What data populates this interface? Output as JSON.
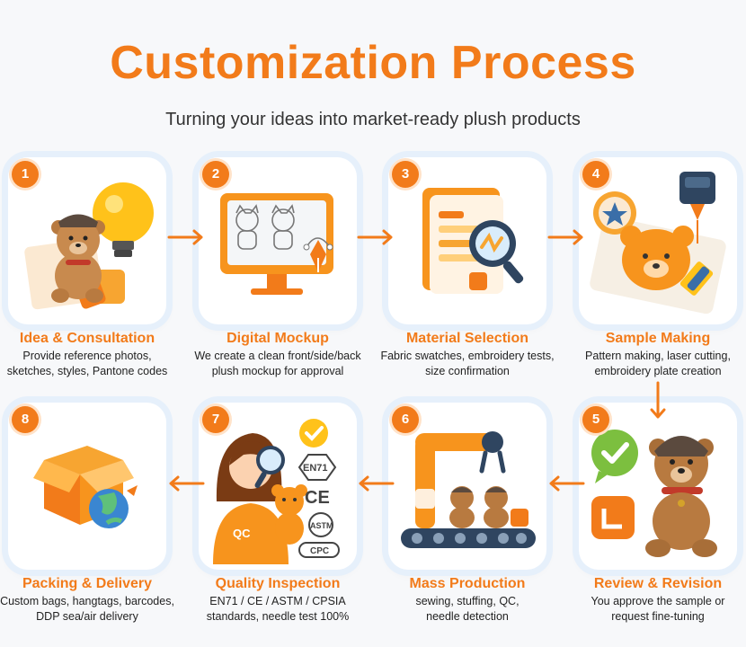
{
  "header": {
    "title": "Customization Process",
    "subtitle": "Turning your ideas into market-ready plush products"
  },
  "colors": {
    "accent": "#f27b1a",
    "card_ring": "#e6f0fb",
    "text": "#222222"
  },
  "steps": [
    {
      "number": "1",
      "title": "Idea & Consultation",
      "desc1": "Provide reference photos,",
      "desc2": "sketches, styles, Pantone codes"
    },
    {
      "number": "2",
      "title": "Digital Mockup",
      "desc1": "We create a clean front/side/back",
      "desc2": "plush mockup for approval"
    },
    {
      "number": "3",
      "title": "Material Selection",
      "desc1": "Fabric swatches, embroidery tests,",
      "desc2": "size confirmation"
    },
    {
      "number": "4",
      "title": "Sample Making",
      "desc1": "Pattern making, laser cutting,",
      "desc2": "embroidery plate creation"
    },
    {
      "number": "5",
      "title": "Review & Revision",
      "desc1": "You approve the sample or",
      "desc2": "request fine-tuning"
    },
    {
      "number": "6",
      "title": "Mass Production",
      "desc1": "sewing, stuffing, QC,",
      "desc2": "needle detection"
    },
    {
      "number": "7",
      "title": "Quality Inspection",
      "desc1": "EN71 / CE / ASTM / CPSIA",
      "desc2": "standards, needle test 100%"
    },
    {
      "number": "8",
      "title": "Packing & Delivery",
      "desc1": "Custom bags, hangtags, barcodes,",
      "desc2": "DDP sea/air delivery"
    }
  ],
  "illustration_text": {
    "qc_shirt": "QC",
    "en71": "EN71",
    "ce": "CE",
    "astm": "ASTM",
    "cpc": "CPC"
  },
  "icons": [
    "bear-icon",
    "lightbulb-icon",
    "monitor-icon",
    "pen-tool-icon",
    "document-icon",
    "magnifier-icon",
    "laser-cutter-icon",
    "bear-pattern-icon",
    "checkmark-bubble-icon",
    "robot-arm-icon",
    "conveyor-icon",
    "inspector-icon",
    "box-icon",
    "globe-icon",
    "arrow-right-icon",
    "arrow-left-icon",
    "arrow-down-icon"
  ]
}
